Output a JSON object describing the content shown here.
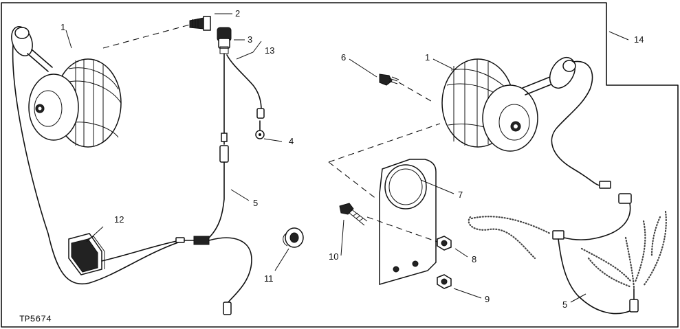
{
  "figure_id": "TP5674",
  "callouts": {
    "c1a": "1",
    "c1b": "1",
    "c2": "2",
    "c3": "3",
    "c4": "4",
    "c5a": "5",
    "c5b": "5",
    "c6": "6",
    "c7": "7",
    "c8": "8",
    "c9": "9",
    "c10": "10",
    "c11": "11",
    "c12": "12",
    "c13": "13",
    "c14": "14"
  }
}
